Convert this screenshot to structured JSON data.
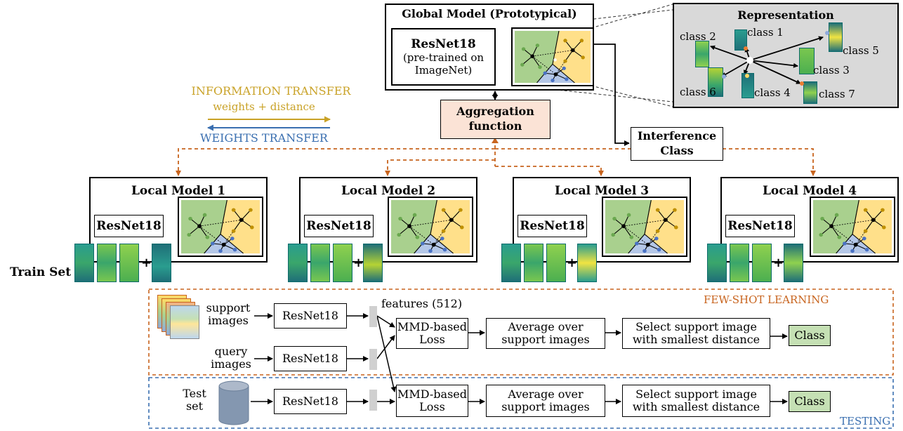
{
  "global_model": {
    "title": "Global Model (Prototypical)",
    "backbone_title": "ResNet18",
    "backbone_note": "(pre-trained on ImageNet)"
  },
  "representation": {
    "title": "Representation",
    "classes": [
      "class 1",
      "class 2",
      "class 3",
      "class 4",
      "class 5",
      "class 6",
      "class 7"
    ]
  },
  "aggregation": {
    "label": "Aggregation function"
  },
  "interference": {
    "label": "Interference Class"
  },
  "legend": {
    "info_transfer": "INFORMATION TRANSFER",
    "info_transfer_sub": "weights + distance",
    "weights_transfer": "WEIGHTS TRANSFER"
  },
  "local_models": [
    {
      "title": "Local Model 1",
      "backbone": "ResNet18"
    },
    {
      "title": "Local Model 2",
      "backbone": "ResNet18"
    },
    {
      "title": "Local Model 3",
      "backbone": "ResNet18"
    },
    {
      "title": "Local Model 4",
      "backbone": "ResNet18"
    }
  ],
  "train_set_label": "Train Set",
  "plus": "+",
  "few_shot": {
    "section_label": "FEW-SHOT LEARNING",
    "support_label": "support images",
    "query_label": "query images",
    "backbone": "ResNet18",
    "features_label": "features (512)",
    "loss": "MMD-based Loss",
    "average": "Average over support images",
    "select": "Select support image with smallest distance",
    "class": "Class"
  },
  "testing": {
    "section_label": "TESTING",
    "test_set_label": "Test set",
    "backbone": "ResNet18",
    "loss": "MMD-based Loss",
    "average": "Average over support images",
    "select": "Select support image with smallest distance",
    "class": "Class"
  },
  "colors": {
    "orange": "#c8641e",
    "blue": "#3a6fb0",
    "gold": "#c9a227",
    "agg_fill": "#fbe3d6",
    "class_fill": "#c5e0b4",
    "green_region": "#a9d08e",
    "yellow_region": "#ffe08a",
    "blue_region": "#b4c7e7",
    "rep_bg": "#d9d9d9"
  }
}
